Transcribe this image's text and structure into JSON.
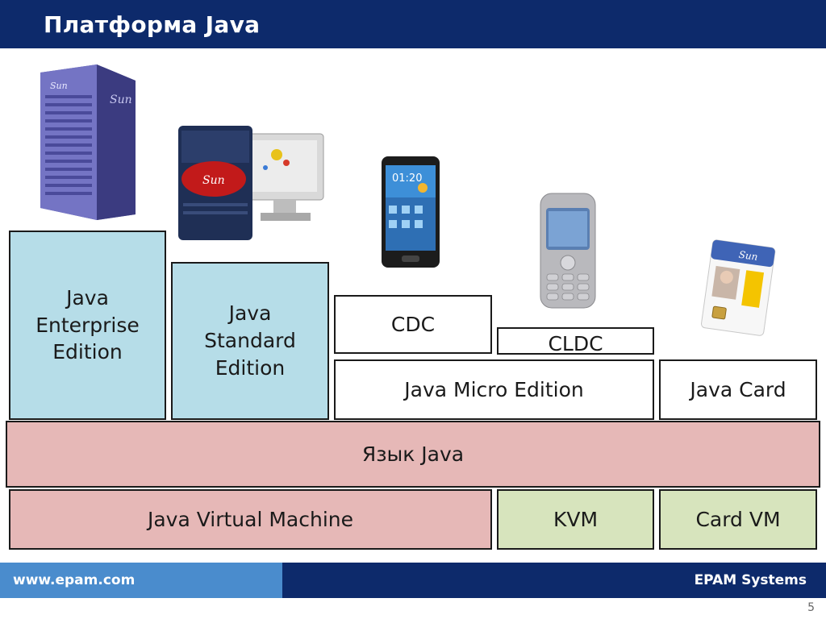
{
  "slide": {
    "title": "Платформа Java",
    "page_number": "5"
  },
  "images": {
    "server": {
      "icon": "server-tower-icon",
      "logo_text": "Sun"
    },
    "workstation": {
      "icon": "workstation-icon",
      "logo_text": "Sun"
    },
    "smartphone": {
      "icon": "smartphone-icon",
      "clock_text": "01:20"
    },
    "feature_phone": {
      "icon": "feature-phone-icon"
    },
    "smart_card": {
      "icon": "smart-card-icon",
      "logo_text": "Sun"
    }
  },
  "diagram": {
    "java_ee": "Java\nEnterprise\nEdition",
    "java_se": "Java\nStandard\nEdition",
    "cdc": "CDC",
    "cldc": "CLDC",
    "java_me": "Java Micro Edition",
    "java_card": "Java Card",
    "language": "Язык Java",
    "jvm": "Java Virtual Machine",
    "kvm": "KVM",
    "card_vm": "Card VM",
    "colors": {
      "blue": "#b6dde8",
      "pink": "#e6b8b7",
      "green": "#d7e4bd",
      "white": "#ffffff"
    }
  },
  "footer": {
    "url": "www.epam.com",
    "company": "EPAM Systems",
    "colors": {
      "left": "#4a8ccd",
      "right": "#0d2a6b"
    }
  }
}
